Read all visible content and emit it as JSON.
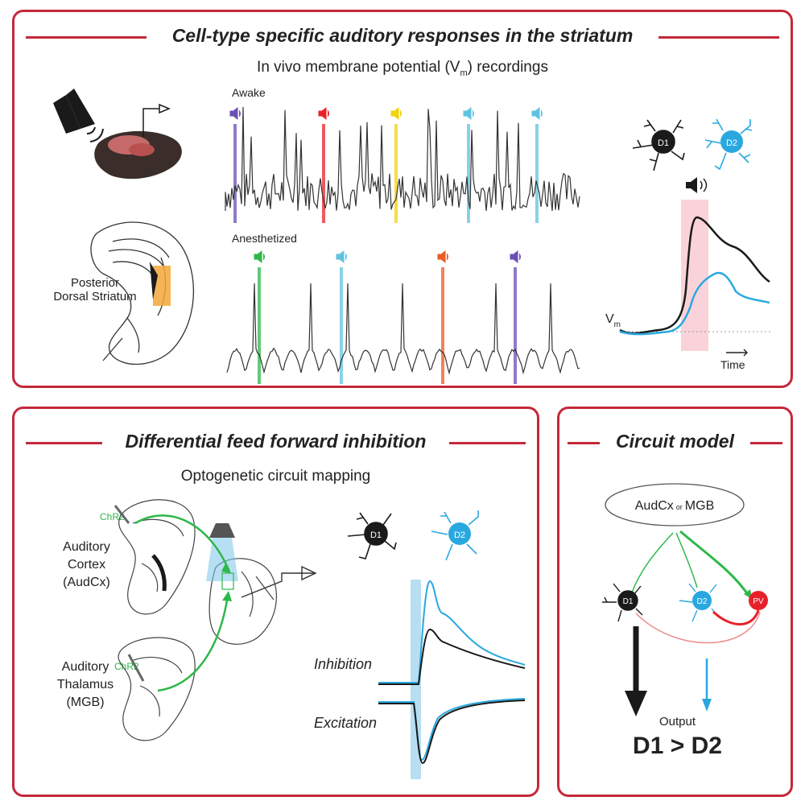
{
  "top": {
    "title": "Cell-type specific auditory responses in the striatum",
    "subtitle_pre": "In vivo membrane potential (V",
    "subtitle_sub": "m",
    "subtitle_post": ") recordings",
    "awake": "Awake",
    "anesthetized": "Anesthetized",
    "region_line1": "Posterior",
    "region_line2": "Dorsal Striatum",
    "d1": "D1",
    "d2": "D2",
    "vm_main": "V",
    "vm_sub": "m",
    "time": "Time"
  },
  "left": {
    "title": "Differential feed forward inhibition",
    "subtitle": "Optogenetic circuit mapping",
    "chr2_a": "ChR2",
    "chr2_b": "ChR2",
    "ctx1": "Auditory",
    "ctx2": "Cortex",
    "ctx3": "(AudCx)",
    "thal1": "Auditory",
    "thal2": "Thalamus",
    "thal3": "(MGB)",
    "d1": "D1",
    "d2": "D2",
    "inhibition": "Inhibition",
    "excitation": "Excitation"
  },
  "right": {
    "title": "Circuit model",
    "source_main": "AudCx",
    "source_or": "or",
    "source_alt": "MGB",
    "d1": "D1",
    "d2": "D2",
    "pv": "PV",
    "output": "Output",
    "result": "D1 > D2"
  },
  "colors": {
    "accent": "#c4293a",
    "d1": "#1a1a1a",
    "d2": "#29a8e0",
    "pv": "#e8202a",
    "chr2": "#2db84a",
    "stim_awake": [
      "#6a4fb5",
      "#e8232a",
      "#f2d20a",
      "#5fc3e0",
      "#5fc3e0"
    ],
    "stim_anesth": [
      "#2db84a",
      "#5fc3e0",
      "#ec5a24",
      "#6a4fb5"
    ]
  }
}
